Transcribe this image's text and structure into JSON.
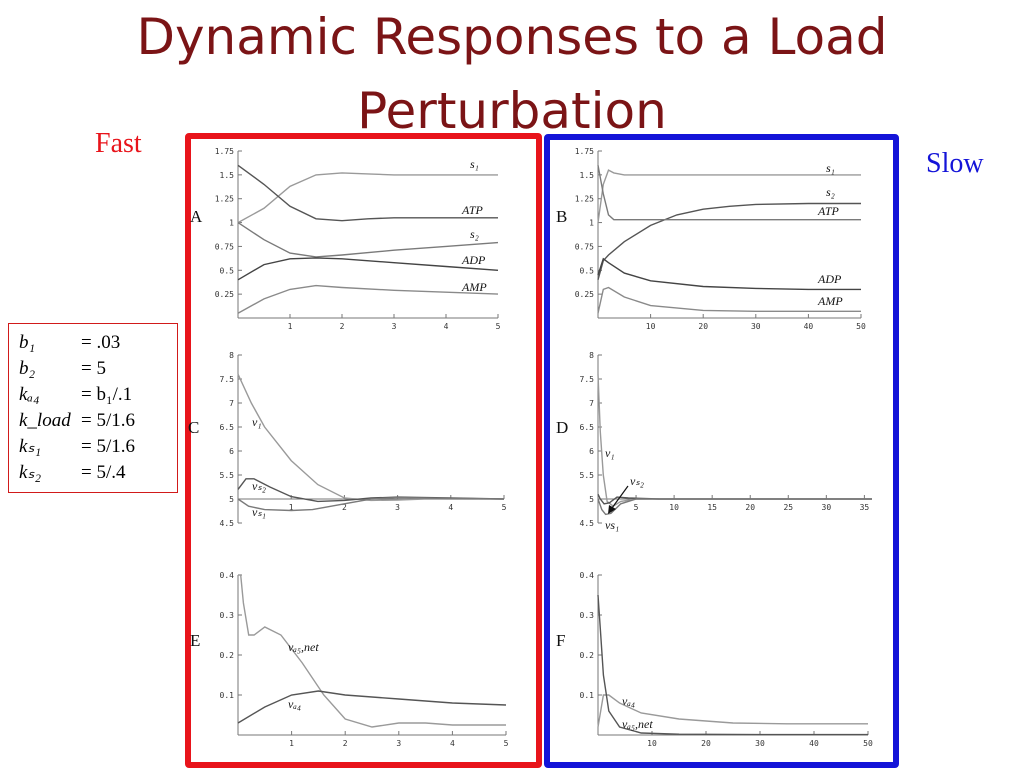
{
  "title": "Dynamic Responses to a Load Perturbation",
  "labels": {
    "fast": "Fast",
    "slow": "Slow"
  },
  "colors": {
    "title": "#7b1416",
    "fast": "#e8141b",
    "slow": "#1414d8",
    "params_border": "#d11a1a"
  },
  "parameters": [
    {
      "name": "b₁",
      "value": "= .03"
    },
    {
      "name": "b₂",
      "value": "= 5"
    },
    {
      "name": "kₐ₄",
      "value": "= b₁/.1"
    },
    {
      "name": "k_load",
      "value": "= 5/1.6"
    },
    {
      "name": "kₛ₁",
      "value": "= 5/1.6"
    },
    {
      "name": "kₛ₂",
      "value": "= 5/.4"
    }
  ],
  "chart_data": [
    {
      "panel": "A",
      "type": "line",
      "xlim": [
        0,
        5
      ],
      "ylim": [
        0,
        1.75
      ],
      "xticks": [
        1,
        2,
        3,
        4,
        5
      ],
      "yticks": [
        0.25,
        0.5,
        0.75,
        1,
        1.25,
        1.5,
        1.75
      ],
      "series": [
        {
          "name": "s₁",
          "x": [
            0,
            0.5,
            1,
            1.5,
            2,
            2.5,
            3,
            4,
            5
          ],
          "y": [
            1.0,
            1.15,
            1.38,
            1.5,
            1.52,
            1.51,
            1.5,
            1.5,
            1.5
          ]
        },
        {
          "name": "ATP",
          "x": [
            0,
            0.5,
            1,
            1.5,
            2,
            2.5,
            3,
            4,
            5
          ],
          "y": [
            1.6,
            1.4,
            1.17,
            1.04,
            1.02,
            1.04,
            1.05,
            1.05,
            1.05
          ]
        },
        {
          "name": "s₂",
          "x": [
            0,
            0.5,
            1,
            1.5,
            2,
            3,
            4,
            5
          ],
          "y": [
            1.0,
            0.82,
            0.68,
            0.64,
            0.66,
            0.71,
            0.75,
            0.79
          ]
        },
        {
          "name": "ADP",
          "x": [
            0,
            0.5,
            1,
            1.5,
            2,
            3,
            4,
            5
          ],
          "y": [
            0.4,
            0.56,
            0.62,
            0.63,
            0.62,
            0.58,
            0.54,
            0.5
          ]
        },
        {
          "name": "AMP",
          "x": [
            0,
            0.5,
            1,
            1.5,
            2,
            3,
            4,
            5
          ],
          "y": [
            0.05,
            0.2,
            0.3,
            0.34,
            0.32,
            0.29,
            0.27,
            0.25
          ]
        }
      ]
    },
    {
      "panel": "B",
      "type": "line",
      "xlim": [
        0,
        50
      ],
      "ylim": [
        0,
        1.75
      ],
      "xticks": [
        10,
        20,
        30,
        40,
        50
      ],
      "yticks": [
        0.25,
        0.5,
        0.75,
        1,
        1.25,
        1.5,
        1.75
      ],
      "series": [
        {
          "name": "s₁",
          "x": [
            0,
            1,
            2,
            3,
            5,
            10,
            20,
            50
          ],
          "y": [
            1.0,
            1.4,
            1.55,
            1.52,
            1.5,
            1.5,
            1.5,
            1.5
          ]
        },
        {
          "name": "s₂",
          "x": [
            0,
            1,
            2,
            5,
            10,
            15,
            20,
            25,
            30,
            40,
            50
          ],
          "y": [
            0.4,
            0.6,
            0.66,
            0.8,
            0.97,
            1.08,
            1.14,
            1.17,
            1.19,
            1.2,
            1.2
          ]
        },
        {
          "name": "ATP",
          "x": [
            0,
            1,
            2,
            3,
            5,
            10,
            50
          ],
          "y": [
            1.6,
            1.3,
            1.08,
            1.03,
            1.03,
            1.03,
            1.03
          ]
        },
        {
          "name": "ADP",
          "x": [
            0,
            1,
            2,
            5,
            10,
            20,
            30,
            40,
            50
          ],
          "y": [
            0.45,
            0.62,
            0.58,
            0.47,
            0.39,
            0.33,
            0.31,
            0.3,
            0.3
          ]
        },
        {
          "name": "AMP",
          "x": [
            0,
            1,
            2,
            5,
            10,
            20,
            30,
            50
          ],
          "y": [
            0.05,
            0.3,
            0.32,
            0.22,
            0.13,
            0.08,
            0.07,
            0.07
          ]
        }
      ]
    },
    {
      "panel": "C",
      "type": "line",
      "xlim": [
        0,
        5
      ],
      "ylim": [
        4.5,
        8
      ],
      "xaxis_at": 5,
      "xticks": [
        1,
        2,
        3,
        4,
        5
      ],
      "yticks": [
        4.5,
        5,
        5.5,
        6,
        6.5,
        7,
        7.5,
        8
      ],
      "series": [
        {
          "name": "v₁",
          "x": [
            0,
            0.25,
            0.5,
            1,
            1.5,
            2,
            2.5,
            3,
            3.5,
            4,
            5
          ],
          "y": [
            7.6,
            7.0,
            6.5,
            5.8,
            5.3,
            5.02,
            4.97,
            4.98,
            5.0,
            5.0,
            5.0
          ]
        },
        {
          "name": "vₛ₂",
          "x": [
            0,
            0.15,
            0.3,
            0.6,
            1,
            1.5,
            2,
            2.5,
            3,
            4,
            5
          ],
          "y": [
            5.2,
            5.42,
            5.42,
            5.25,
            5.05,
            4.95,
            4.97,
            5.02,
            5.04,
            5.02,
            5.0
          ]
        },
        {
          "name": "vₛ₁",
          "x": [
            0,
            0.2,
            0.5,
            1,
            1.4,
            2,
            2.5,
            3,
            4,
            5
          ],
          "y": [
            5.0,
            4.85,
            4.78,
            4.76,
            4.78,
            4.9,
            5.0,
            5.03,
            5.01,
            5.0
          ]
        }
      ]
    },
    {
      "panel": "D",
      "type": "line",
      "xlim": [
        0,
        36
      ],
      "ylim": [
        4.5,
        8
      ],
      "xaxis_at": 5,
      "xticks": [
        5,
        10,
        15,
        20,
        25,
        30,
        35
      ],
      "yticks": [
        4.5,
        5,
        5.5,
        6,
        6.5,
        7,
        7.5,
        8
      ],
      "series": [
        {
          "name": "v₁",
          "x": [
            0,
            0.3,
            0.7,
            1.2,
            2,
            3,
            5,
            10,
            36
          ],
          "y": [
            7.6,
            6.4,
            5.5,
            4.95,
            4.85,
            4.95,
            5.0,
            5.0,
            5.0
          ]
        },
        {
          "name": "vₛ₂",
          "x": [
            0,
            0.3,
            0.8,
            1.5,
            2.5,
            4,
            8,
            36
          ],
          "y": [
            5.1,
            5.0,
            4.9,
            4.92,
            5.04,
            5.02,
            5.0,
            5.0
          ]
        },
        {
          "name": "vs₁",
          "x": [
            0,
            0.5,
            1,
            1.7,
            3,
            5,
            8,
            36
          ],
          "y": [
            5.0,
            4.78,
            4.68,
            4.7,
            4.9,
            5.0,
            5.0,
            5.0
          ]
        }
      ]
    },
    {
      "panel": "E",
      "type": "line",
      "xlim": [
        0,
        5
      ],
      "ylim": [
        0,
        0.4
      ],
      "xticks": [
        1,
        2,
        3,
        4,
        5
      ],
      "yticks": [
        0.1,
        0.2,
        0.3,
        0.4
      ],
      "series": [
        {
          "name": "vₐ₅,net",
          "x": [
            0,
            0.05,
            0.1,
            0.2,
            0.3,
            0.5,
            0.8,
            1.2,
            1.6,
            2,
            2.5,
            3,
            3.5,
            4,
            5
          ],
          "y": [
            0.4,
            0.4,
            0.33,
            0.25,
            0.25,
            0.27,
            0.25,
            0.18,
            0.1,
            0.04,
            0.02,
            0.03,
            0.03,
            0.025,
            0.025
          ]
        },
        {
          "name": "vₐ₄",
          "x": [
            0,
            0.5,
            1,
            1.5,
            2,
            3,
            4,
            5
          ],
          "y": [
            0.03,
            0.07,
            0.1,
            0.11,
            0.1,
            0.09,
            0.08,
            0.075
          ]
        }
      ]
    },
    {
      "panel": "F",
      "type": "line",
      "xlim": [
        0,
        50
      ],
      "ylim": [
        0,
        0.4
      ],
      "xticks": [
        10,
        20,
        30,
        40,
        50
      ],
      "yticks": [
        0.1,
        0.2,
        0.3,
        0.4
      ],
      "series": [
        {
          "name": "vₐ₄",
          "x": [
            0,
            1,
            2,
            4,
            8,
            15,
            25,
            35,
            50
          ],
          "y": [
            0.02,
            0.1,
            0.1,
            0.08,
            0.055,
            0.04,
            0.03,
            0.028,
            0.028
          ]
        },
        {
          "name": "vₐ₅,net",
          "x": [
            0,
            0.4,
            1,
            2,
            4,
            8,
            15,
            30,
            50
          ],
          "y": [
            0.35,
            0.27,
            0.15,
            0.06,
            0.02,
            0.005,
            0.002,
            0.001,
            0.001
          ]
        }
      ]
    }
  ]
}
